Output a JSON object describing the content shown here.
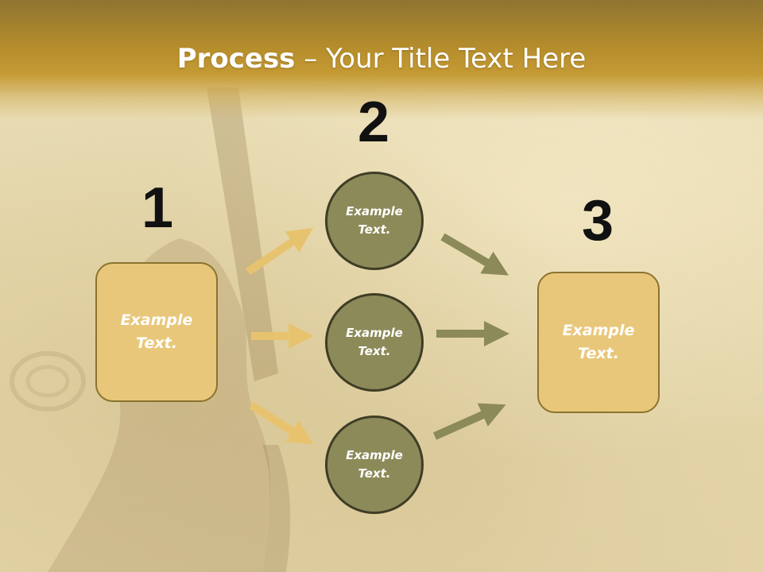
{
  "slide": {
    "title_bold": "Process",
    "title_rest": " – Your Title Text Here",
    "steps": {
      "one": "1",
      "two": "2",
      "three": "3"
    },
    "left_box": {
      "text": "Example\nText."
    },
    "right_box": {
      "text": "Example\nText."
    },
    "circles": [
      {
        "text": "Example\nText."
      },
      {
        "text": "Example\nText."
      },
      {
        "text": "Example\nText."
      }
    ]
  },
  "colors": {
    "header": "#b58d2c",
    "box_fill": "#e9c77a",
    "circle_fill": "#8c8a59",
    "arrow_left": "#e8c36f",
    "arrow_right": "#8c8a59"
  }
}
